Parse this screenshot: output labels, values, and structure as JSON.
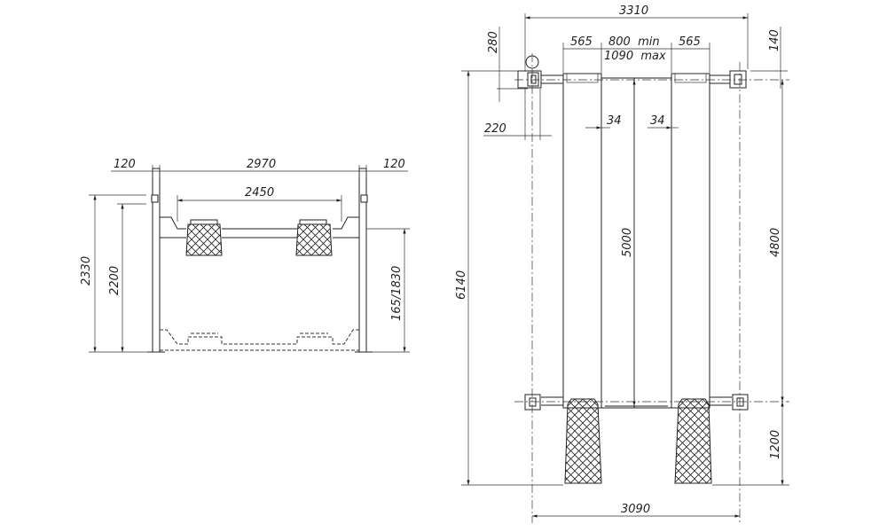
{
  "side_view": {
    "dims": {
      "post_left": "120",
      "overall_width": "2970",
      "post_right": "120",
      "runway_span": "2450",
      "overall_height": "2330",
      "clear_height": "2200",
      "lift_height": "165/1830"
    }
  },
  "top_view": {
    "dims": {
      "outer_width": "3310",
      "runway_left": "565",
      "gap_min": "800  min",
      "gap_max": "1090  max",
      "runway_right": "565",
      "post_offset": "280",
      "post_right_offset": "140",
      "post_width": "220",
      "plate_left": "34",
      "plate_right": "34",
      "runway_length": "5000",
      "overall_length": "6140",
      "post_spacing_length": "4800",
      "ramp_length": "1200",
      "post_spacing_width": "3090"
    }
  }
}
